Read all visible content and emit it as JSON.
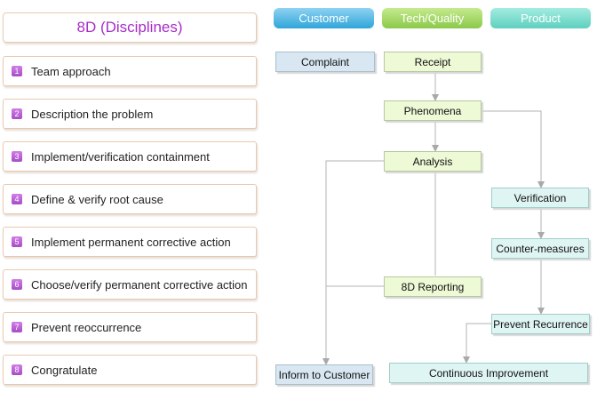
{
  "title": "8D (Disciplines)",
  "steps": [
    {
      "num": "1",
      "label": "Team approach"
    },
    {
      "num": "2",
      "label": "Description the problem"
    },
    {
      "num": "3",
      "label": "Implement/verification containment"
    },
    {
      "num": "4",
      "label": "Define & verify root cause"
    },
    {
      "num": "5",
      "label": "Implement permanent corrective action"
    },
    {
      "num": "6",
      "label": "Choose/verify permanent corrective action"
    },
    {
      "num": "7",
      "label": "Prevent reoccurrence"
    },
    {
      "num": "8",
      "label": "Congratulate"
    }
  ],
  "columns": {
    "customer": "Customer",
    "tech": "Tech/Quality",
    "product": "Product"
  },
  "nodes": {
    "complaint": "Complaint",
    "receipt": "Receipt",
    "phenomena": "Phenomena",
    "analysis": "Analysis",
    "verification": "Verification",
    "countermeasures": "Counter-measures",
    "reporting": "8D Reporting",
    "prevent": "Prevent Recurrence",
    "inform": "Inform to Customer",
    "improvement": "Continuous Improvement"
  },
  "colors": {
    "title": "#a62ec8",
    "customer": "#2fa5d8",
    "tech": "#8bc94a",
    "product": "#5fd0bf",
    "step_number": "#b45ad4"
  }
}
